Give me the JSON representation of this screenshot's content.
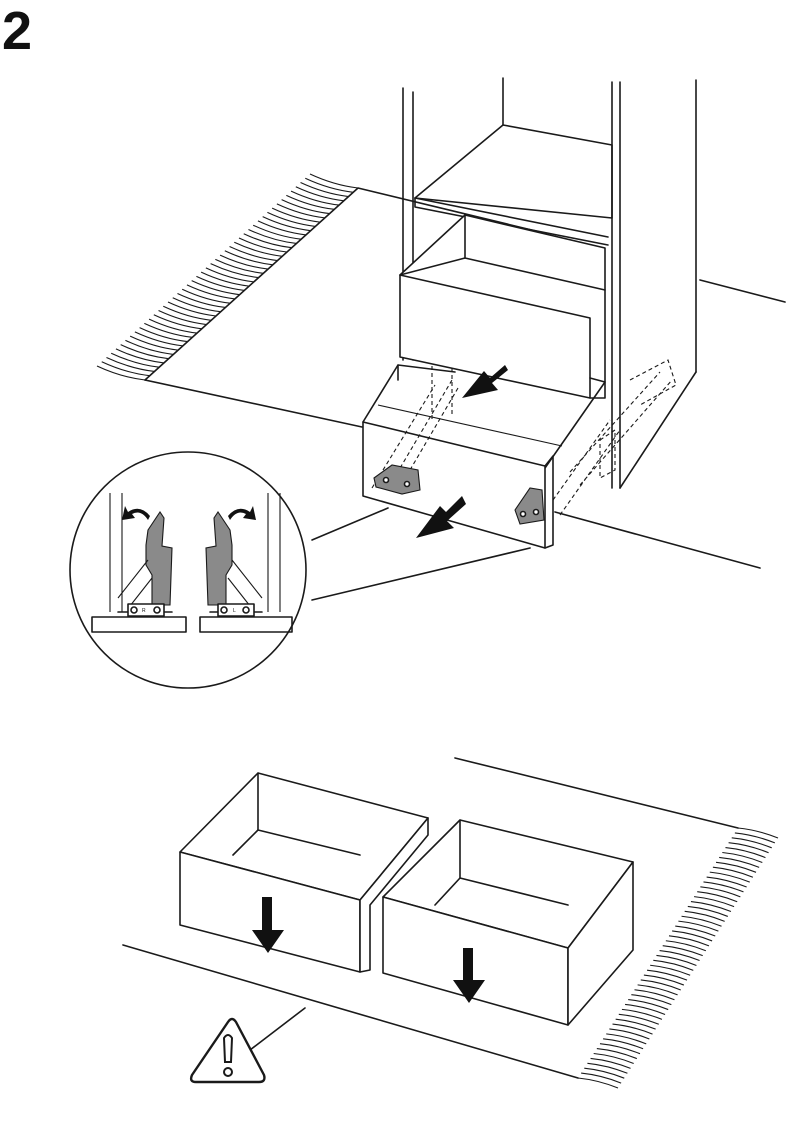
{
  "step": {
    "number": "2"
  },
  "detail": {
    "left_label": "R",
    "right_label": "L"
  },
  "icons": [
    "arrow-down-icon",
    "warning-icon",
    "rotate-arrow-icon"
  ]
}
